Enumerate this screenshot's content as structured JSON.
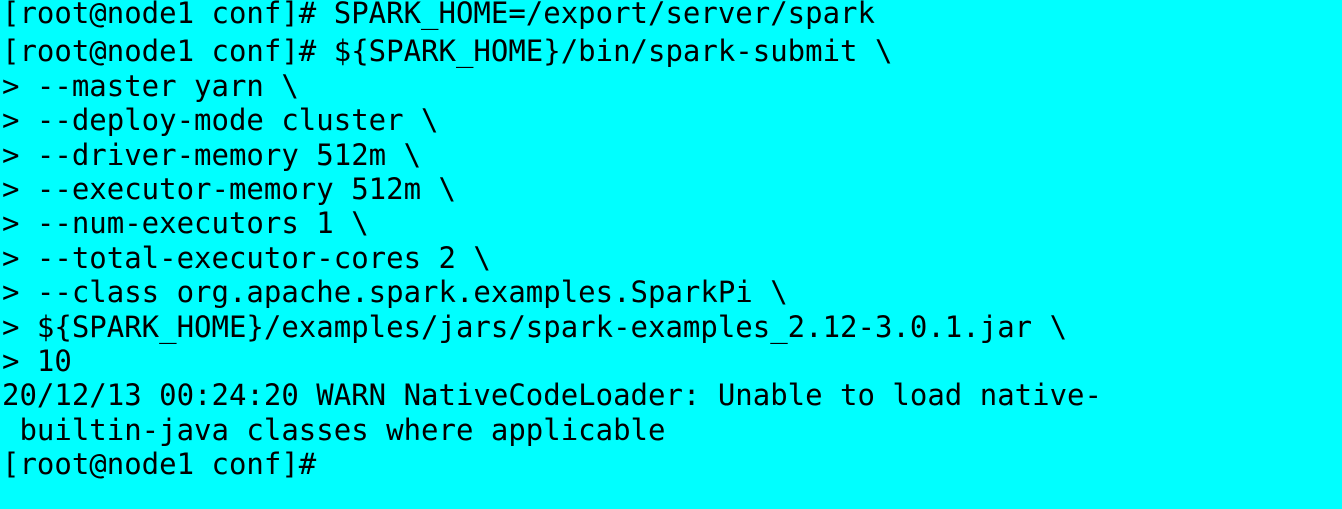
{
  "terminal": {
    "background": "#00ffff",
    "text_color": "#000000",
    "lines": [
      "[root@node1 conf]# SPARK_HOME=/export/server/spark",
      "[root@node1 conf]# ${SPARK_HOME}/bin/spark-submit \\",
      "> --master yarn \\",
      "> --deploy-mode cluster \\",
      "> --driver-memory 512m \\",
      "> --executor-memory 512m \\",
      "> --num-executors 1 \\",
      "> --total-executor-cores 2 \\",
      "> --class org.apache.spark.examples.SparkPi \\",
      "> ${SPARK_HOME}/examples/jars/spark-examples_2.12-3.0.1.jar \\",
      "> 10",
      "20/12/13 00:24:20 WARN NativeCodeLoader: Unable to load native-",
      " builtin-java classes where applicable",
      "[root@node1 conf]# "
    ]
  }
}
